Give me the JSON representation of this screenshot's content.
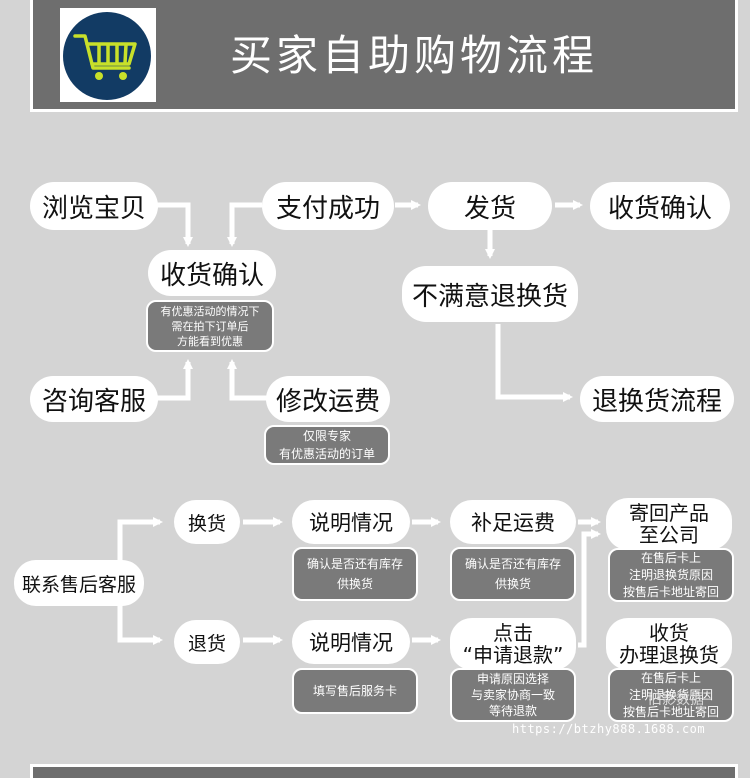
{
  "title": "买家自助购物流程",
  "nodes": {
    "browse": "浏览宝贝",
    "pay_success": "支付成功",
    "ship": "发货",
    "confirm_receipt_top": "收货确认",
    "confirm_receipt_mid": "收货确认",
    "unsatisfied": "不满意退换货",
    "consult": "咨询客服",
    "modify_freight": "修改运费",
    "return_process": "退换货流程",
    "contact_service": "联系售后客服",
    "exchange": "换货",
    "refund": "退货",
    "explain_1": "说明情况",
    "explain_2": "说明情况",
    "supplement_freight": "补足运费",
    "click_line1": "点击",
    "click_line2": "“申请退款”",
    "send_back_line1": "寄回产品",
    "send_back_line2": "至公司",
    "receive_line1": "收货",
    "receive_line2": "办理退换货"
  },
  "notes": {
    "discount": [
      "有优惠活动的情况下",
      "需在拍下订单后",
      "方能看到优惠"
    ],
    "modify_only": [
      "仅限专家",
      "有优惠活动的订单"
    ],
    "exchange_stock_1": [
      "确认是否还有库存",
      "供换货"
    ],
    "exchange_stock_2": [
      "确认是否还有库存",
      "供换货"
    ],
    "fill_card": [
      "填写售后服务卡"
    ],
    "refund_reason": [
      "申请原因选择",
      "与卖家协商一致",
      "等待退款"
    ],
    "aftersale_card_1": [
      "在售后卡上",
      "注明退换货原因",
      "按售后卡地址寄回"
    ],
    "aftersale_card_2": [
      "在售后卡上",
      "注明退换货原因",
      "按售后卡地址寄回"
    ]
  },
  "watermark": "https://btzhy888.1688.com",
  "watermark_cn": "旧影数据",
  "icons": {
    "logo": "shopping-cart-icon"
  },
  "colors": {
    "background": "#d4d4d4",
    "header": "#6e6e6e",
    "logo_circle": "#123b64",
    "cart": "#c8e02a",
    "note": "#7a7a7a"
  }
}
